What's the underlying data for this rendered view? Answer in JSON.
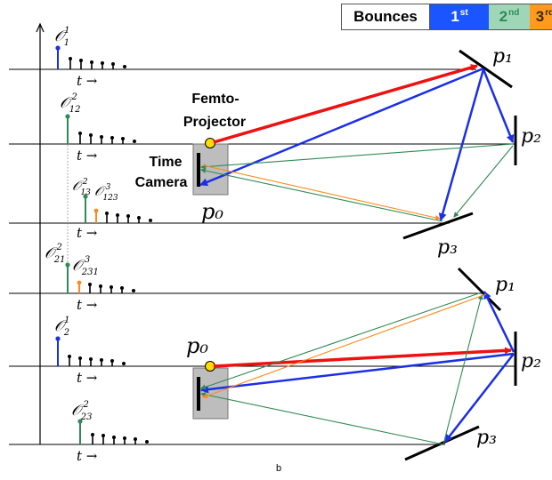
{
  "legend": {
    "title": "Bounces",
    "first": {
      "num": "1",
      "suffix": "st",
      "color": "#1a55ff"
    },
    "second": {
      "num": "2",
      "suffix": "nd",
      "color": "#2f8b55"
    },
    "third": {
      "num": "3",
      "suffix": "rd",
      "color": "#ff9a1f"
    }
  },
  "labels": {
    "projector_line1": "Femto-",
    "projector_line2": "Projector",
    "camera_line1": "Time",
    "camera_line2": "Camera",
    "p0_top": "p₀",
    "p0_bottom": "p₀",
    "p1_top": "p₁",
    "p2_top": "p₂",
    "p3_top": "p₃",
    "p1_bottom": "p₁",
    "p2_bottom": "p₂",
    "p3_bottom": "p₃",
    "footer": "b"
  },
  "timelines": [
    {
      "obs": "𝒪",
      "sub": "1",
      "sup": "1",
      "obs2_sub": "",
      "obs2_sup": "",
      "axis": "t →"
    },
    {
      "obs": "𝒪",
      "sub": "12",
      "sup": "2",
      "obs2_sub": "",
      "obs2_sup": "",
      "axis": "t →"
    },
    {
      "obs": "𝒪",
      "sub": "13",
      "sup": "2",
      "obs2_sub": "123",
      "obs2_sup": "3",
      "axis": "t →"
    },
    {
      "obs": "𝒪",
      "sub": "21",
      "sup": "2",
      "obs2_sub": "231",
      "obs2_sup": "3",
      "axis": "t →"
    },
    {
      "obs": "𝒪",
      "sub": "2",
      "sup": "1",
      "obs2_sub": "",
      "obs2_sup": "",
      "axis": "t →"
    },
    {
      "obs": "𝒪",
      "sub": "23",
      "sup": "2",
      "obs2_sub": "",
      "obs2_sup": "",
      "axis": "t →"
    }
  ],
  "colors": {
    "direct_light": "#ee1111",
    "first_bounce": "#1a2fe6",
    "second_bounce": "#2f8b55",
    "third_bounce": "#ff8a1a",
    "device_box": "#bdbdbd",
    "projector_dot": "#ffdd00"
  }
}
